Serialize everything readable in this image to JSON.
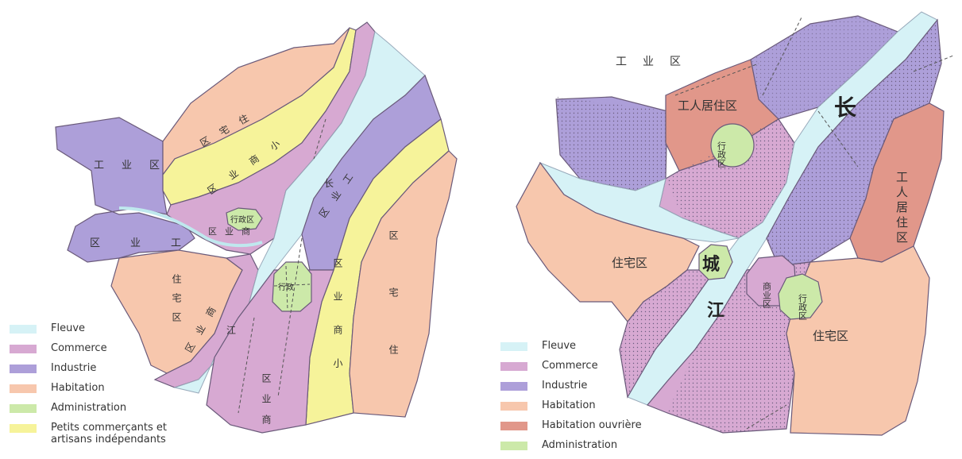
{
  "colors": {
    "fleuve": "#d6f2f6",
    "commerce": "#d7a9d2",
    "industrie": "#ad9fd9",
    "habitation": "#f7c7ad",
    "habitation_ouvriere": "#e1978a",
    "administration": "#cce9a9",
    "petits_commercants": "#f6f39a"
  },
  "left_map": {
    "labels": {
      "industrie_1": "工业区",
      "industrie_2": "区业工",
      "habitation_top": "区宅住",
      "petits_top": "区业商小",
      "commerce_small": "区业商",
      "admin": "行政区",
      "admin_center": "行政",
      "habitation_left": "住宅区",
      "commerce_left": "区业商",
      "river": "江",
      "industrie_right": "区业工",
      "river_char": "长",
      "commerce_right": "区业商",
      "petits_right": "区业商小",
      "habitation_right": "区宅住"
    },
    "legend": [
      {
        "color_key": "fleuve",
        "label": "Fleuve"
      },
      {
        "color_key": "commerce",
        "label": "Commerce"
      },
      {
        "color_key": "industrie",
        "label": "Industrie"
      },
      {
        "color_key": "habitation",
        "label": "Habitation"
      },
      {
        "color_key": "administration",
        "label": "Administration"
      },
      {
        "color_key": "petits_commercants",
        "label": "Petits commerçants et artisans indépendants"
      }
    ]
  },
  "right_map": {
    "labels": {
      "industrie_zone": "工业区",
      "ouvrier_north": "工人居住区",
      "admin_north": "行政区",
      "ouvrier_east": "工人居住区",
      "river_chang": "长",
      "habitation_west": "住宅区",
      "cheng": "城",
      "commerce_center": "商业区",
      "jiang": "江",
      "admin_east": "行政区",
      "habitation_east": "住宅区"
    },
    "legend": [
      {
        "color_key": "fleuve",
        "label": "Fleuve"
      },
      {
        "color_key": "commerce",
        "label": "Commerce"
      },
      {
        "color_key": "industrie",
        "label": "Industrie"
      },
      {
        "color_key": "habitation",
        "label": "Habitation"
      },
      {
        "color_key": "habitation_ouvriere",
        "label": "Habitation ouvrière"
      },
      {
        "color_key": "administration",
        "label": "Administration"
      }
    ]
  }
}
